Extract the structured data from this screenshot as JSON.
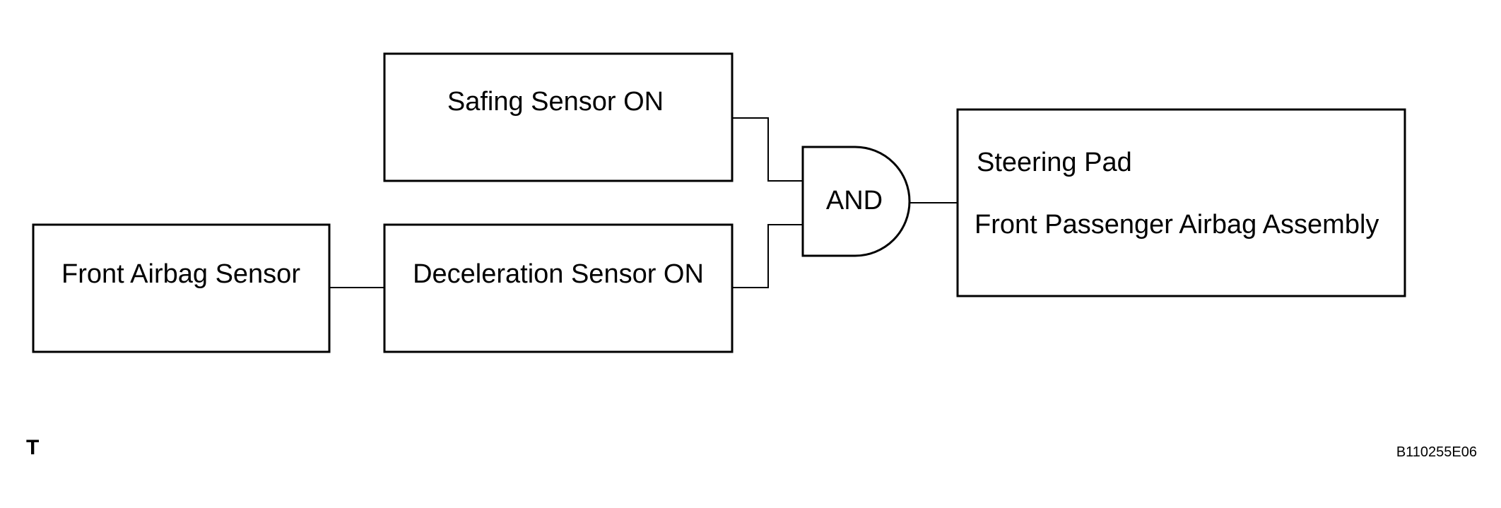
{
  "diagram": {
    "boxes": {
      "safing_sensor": "Safing Sensor ON",
      "front_airbag_sensor": "Front Airbag Sensor",
      "deceleration_sensor": "Deceleration Sensor ON",
      "output_line1": "Steering Pad",
      "output_line2": "Front Passenger Airbag Assembly"
    },
    "gate_label": "AND"
  },
  "footer": {
    "left_mark": "T",
    "figure_code": "B110255E06"
  }
}
